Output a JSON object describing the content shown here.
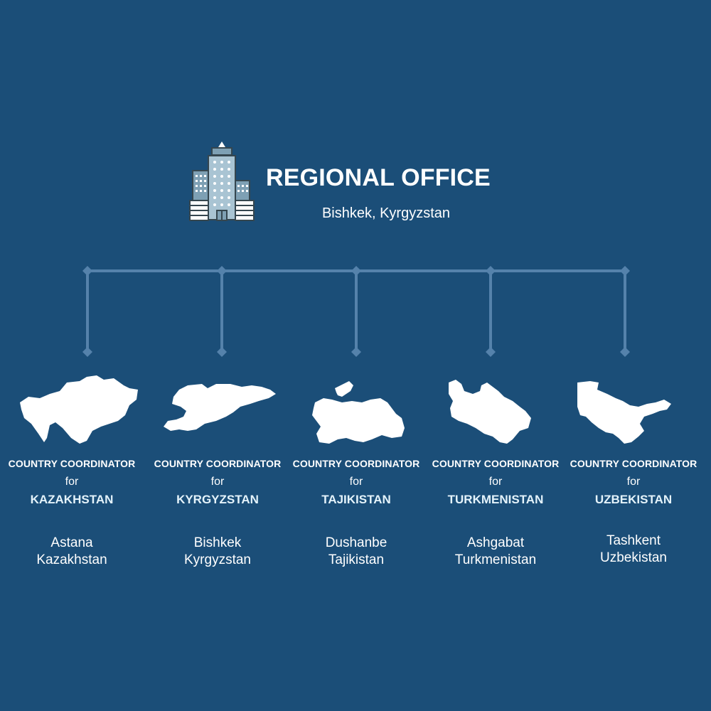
{
  "regional_office": {
    "title": "REGIONAL OFFICE",
    "location": "Bishkek, Kyrgyzstan",
    "icon": "office-building-icon"
  },
  "colors": {
    "background": "#1b4e78",
    "connector": "#5582ab",
    "text": "#ffffff",
    "country_name": "#e4f3fb"
  },
  "coordinators": [
    {
      "role": "COUNTRY COORDINATOR",
      "for_word": "for",
      "country": "KAZAKHSTAN",
      "city": "Astana",
      "country_line": "Kazakhstan",
      "icon": "kazakhstan-map-icon"
    },
    {
      "role": "COUNTRY COORDINATOR",
      "for_word": "for",
      "country": "KYRGYZSTAN",
      "city": "Bishkek",
      "country_line": "Kyrgyzstan",
      "icon": "kyrgyzstan-map-icon"
    },
    {
      "role": "COUNTRY COORDINATOR",
      "for_word": "for",
      "country": "TAJIKISTAN",
      "city": "Dushanbe",
      "country_line": "Tajikistan",
      "icon": "tajikistan-map-icon"
    },
    {
      "role": "COUNTRY COORDINATOR",
      "for_word": "for",
      "country": "TURKMENISTAN",
      "city": "Ashgabat",
      "country_line": "Turkmenistan",
      "icon": "turkmenistan-map-icon"
    },
    {
      "role": "COUNTRY COORDINATOR",
      "for_word": "for",
      "country": "UZBEKISTAN",
      "city": "Tashkent",
      "country_line": "Uzbekistan",
      "icon": "uzbekistan-map-icon"
    }
  ]
}
